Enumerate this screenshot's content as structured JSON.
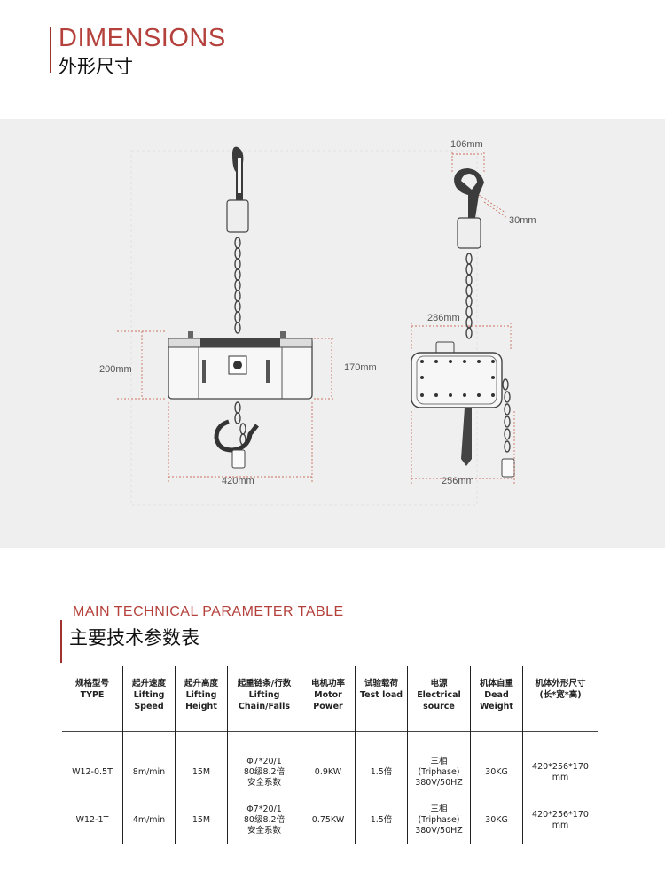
{
  "dimensions_section": {
    "title_en": "DIMENSIONS",
    "title_cn": "外形尺寸"
  },
  "drawing": {
    "front_labels": {
      "height_total": "200mm",
      "height_body": "170mm",
      "width": "420mm"
    },
    "side_labels": {
      "hook_width": "106mm",
      "hook_throat": "30mm",
      "top_width": "286mm",
      "bottom_width": "256mm"
    }
  },
  "table_section": {
    "title_en": "MAIN TECHNICAL PARAMETER TABLE",
    "title_cn": "主要技术参数表"
  },
  "table": {
    "headers": [
      [
        "规格型号",
        "TYPE"
      ],
      [
        "起升速度",
        "Lifting",
        "Speed"
      ],
      [
        "起升高度",
        "Lifting",
        "Height"
      ],
      [
        "起重链条/行数",
        "Lifting",
        "Chain/Falls"
      ],
      [
        "电机功率",
        "Motor",
        "Power"
      ],
      [
        "试验载荷",
        "Test load"
      ],
      [
        "电源",
        "Electrical",
        "source"
      ],
      [
        "机体自重",
        "Dead",
        "Weight"
      ],
      [
        "机体外形尺寸",
        "(长*宽*高)"
      ]
    ],
    "rows": [
      [
        [
          "W12-0.5T"
        ],
        [
          "8m/min"
        ],
        [
          "15M"
        ],
        [
          "Φ7*20/1",
          "80级8.2倍",
          "安全系数"
        ],
        [
          "0.9KW"
        ],
        [
          "1.5倍"
        ],
        [
          "三相",
          "(Triphase)",
          "380V/50HZ"
        ],
        [
          "30KG"
        ],
        [
          "420*256*170",
          "mm"
        ]
      ],
      [
        [
          "W12-1T"
        ],
        [
          "4m/min"
        ],
        [
          "15M"
        ],
        [
          "Φ7*20/1",
          "80级8.2倍",
          "安全系数"
        ],
        [
          "0.75KW"
        ],
        [
          "1.5倍"
        ],
        [
          "三相",
          "(Triphase)",
          "380V/50HZ"
        ],
        [
          "30KG"
        ],
        [
          "420*256*170",
          "mm"
        ]
      ]
    ]
  }
}
